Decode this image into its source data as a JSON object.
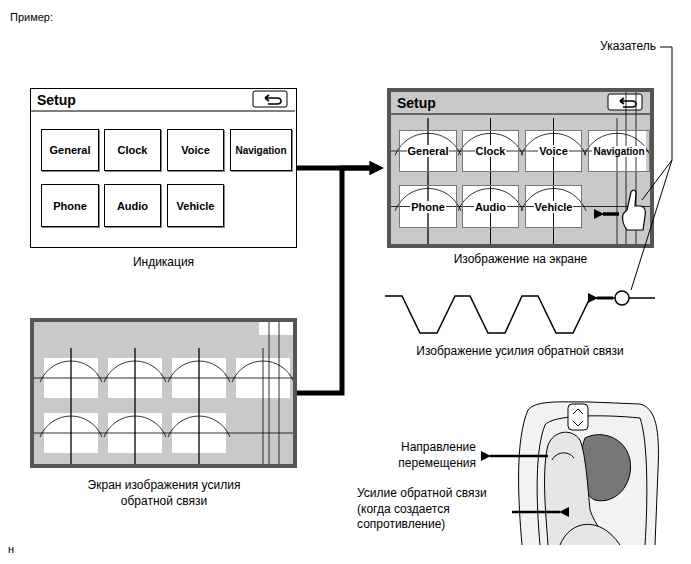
{
  "diagram": {
    "nodes": [
      {
        "text": [
          "Setup",
          "Индикация"
        ]
      },
      {
        "text": [
          "General"
        ],
        "in": 0
      },
      {
        "text": [
          "Clock"
        ],
        "in": 0
      },
      {
        "text": [
          "Voice"
        ],
        "in": 0
      },
      {
        "text": [
          "Navigation"
        ],
        "in": 0
      },
      {
        "text": [
          "Phone"
        ],
        "in": 0
      },
      {
        "text": [
          "Audio"
        ],
        "in": 0
      },
      {
        "text": [
          "Vehicle"
        ],
        "in": 0
      },
      {
        "text": [
          "Setup",
          "Изображение на экране"
        ]
      },
      {
        "text": [
          "General"
        ],
        "in": 8
      },
      {
        "text": [
          "Clock"
        ],
        "in": 8
      },
      {
        "text": [
          "Voice"
        ],
        "in": 8
      },
      {
        "text": [
          "Navigation"
        ],
        "in": 8
      },
      {
        "text": [
          "Phone"
        ],
        "in": 8
      },
      {
        "text": [
          "Audio"
        ],
        "in": 8
      },
      {
        "text": [
          "Vehicle"
        ],
        "in": 8
      },
      {
        "text": [
          "Экран изображения усилия обратной связи"
        ]
      }
    ],
    "edges": [
      {
        "from": 0,
        "to": 8,
        "arrow": "to"
      },
      {
        "from": 16,
        "to": 8,
        "arrow": "to"
      }
    ],
    "labels": [
      "Пример:",
      "Указатель",
      "Изображение усилия обратной связи",
      "Направление перемещения",
      "Усилие обратной связи (когда создается сопротивление)",
      "н"
    ]
  }
}
